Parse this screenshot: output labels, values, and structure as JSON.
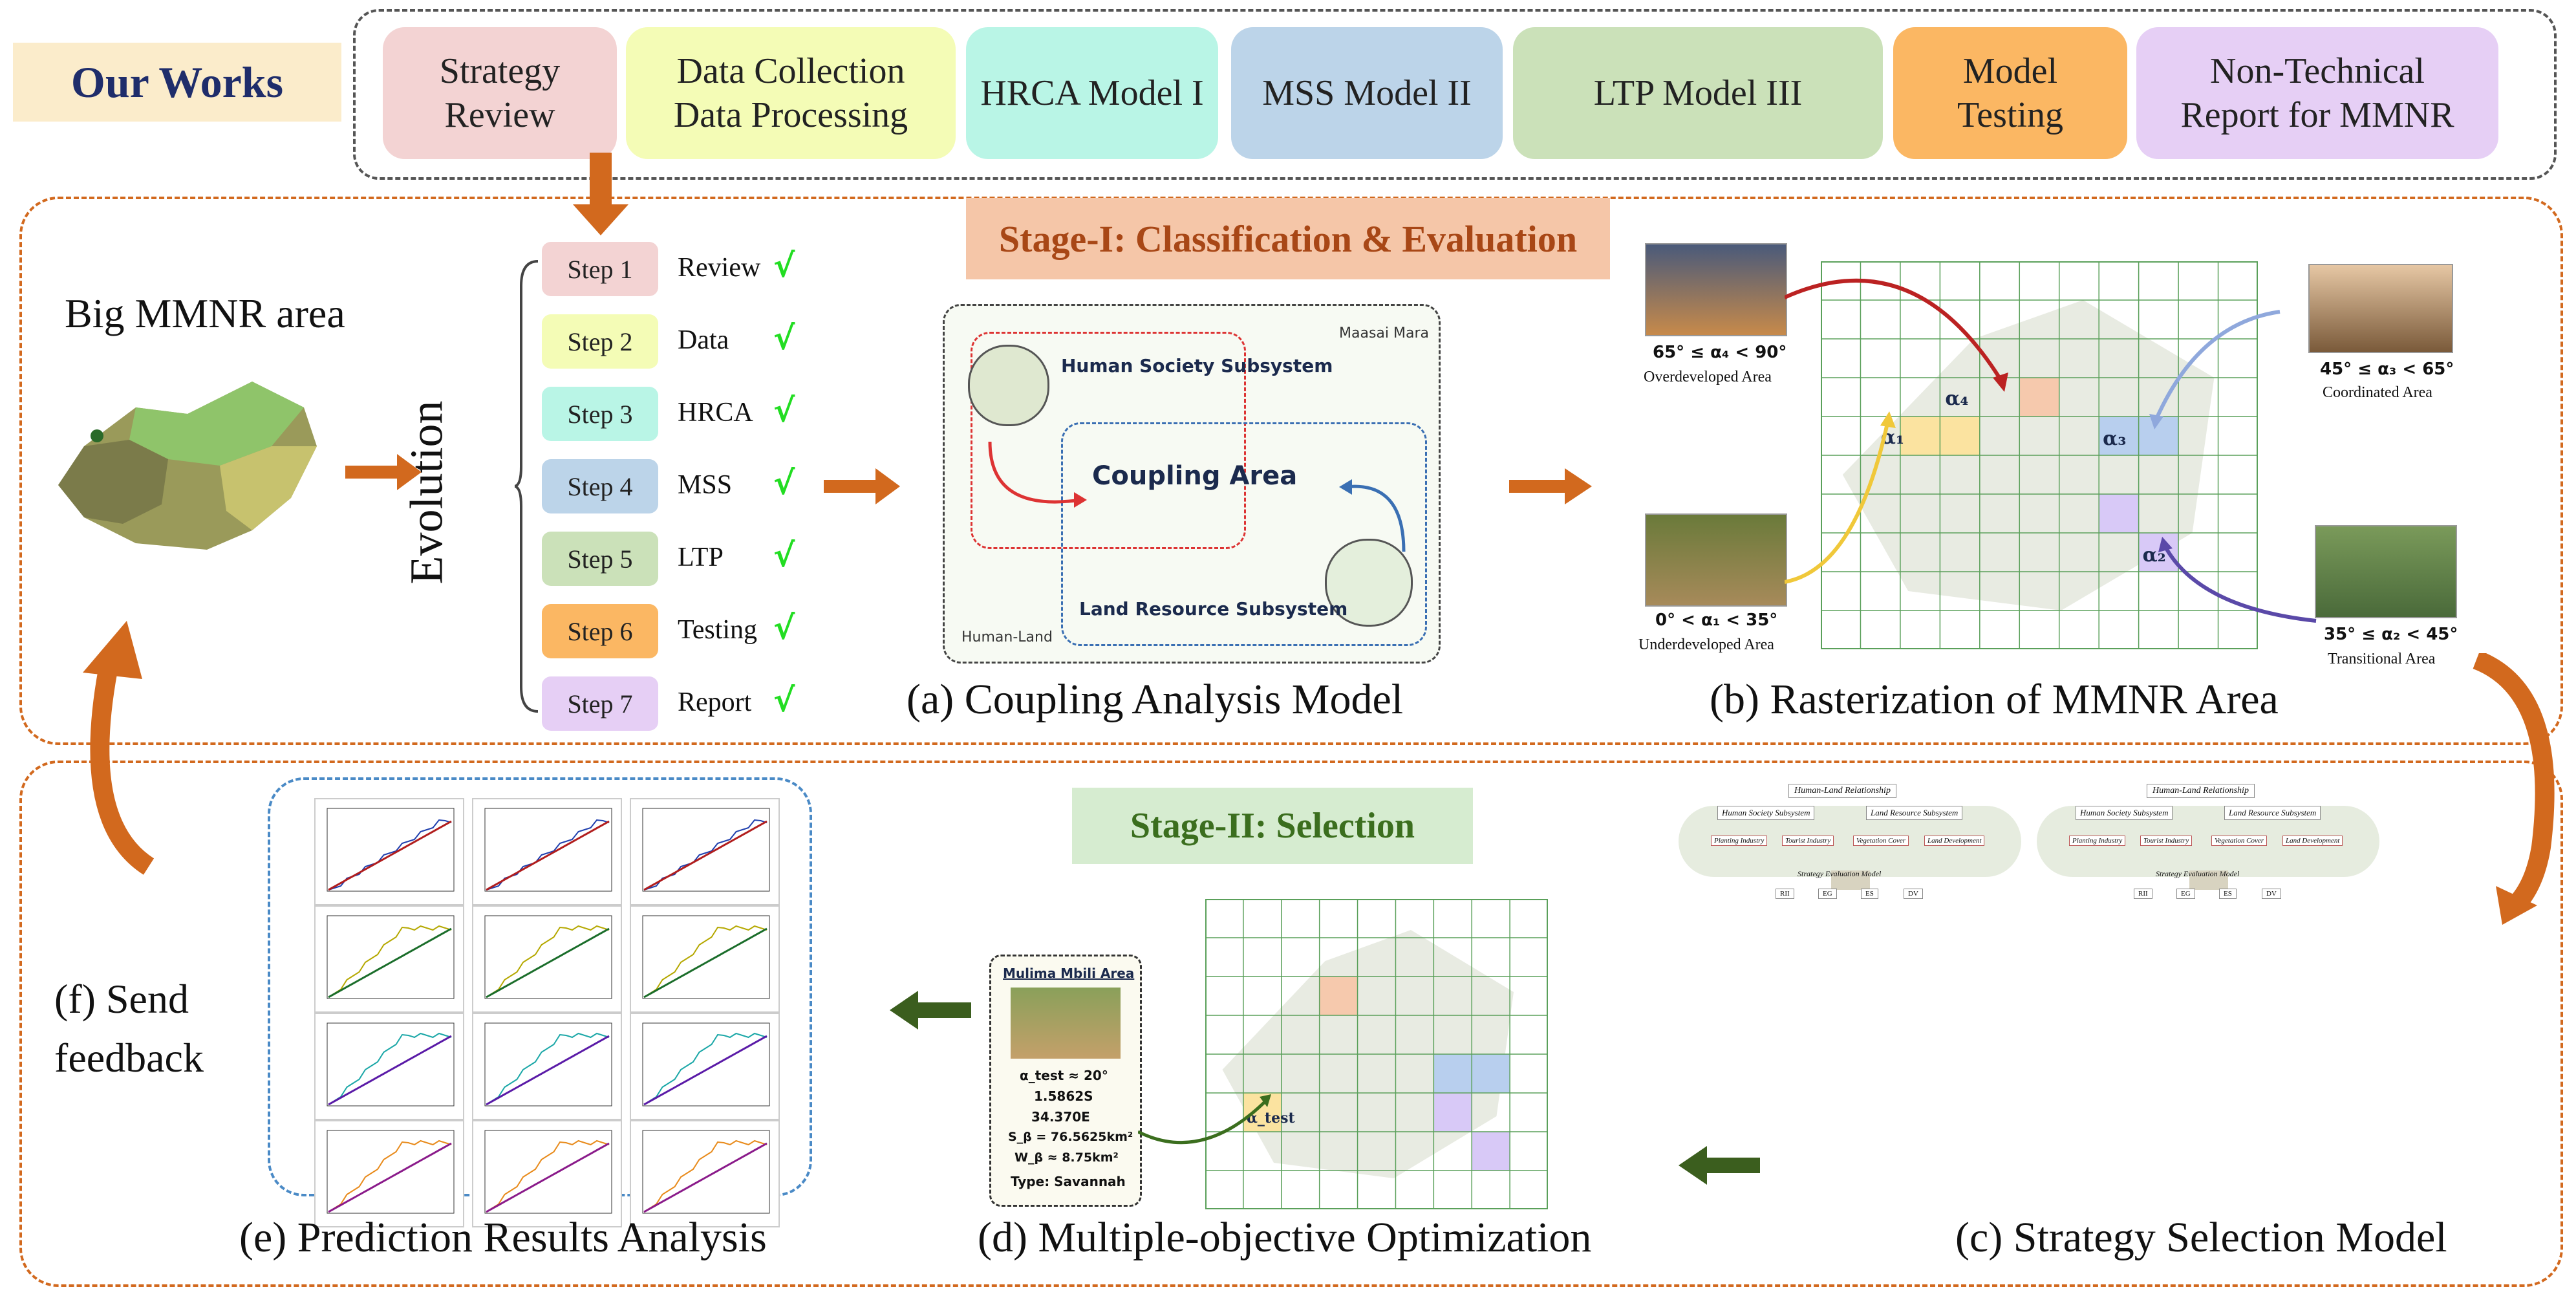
{
  "header": {
    "our_works": "Our Works",
    "tasks": [
      {
        "label": "Strategy\nReview",
        "color": "#f3d3d3"
      },
      {
        "label": "Data Collection\nData Processing",
        "color": "#f4fcb6"
      },
      {
        "label": "HRCA Model I",
        "color": "#b9f5e6"
      },
      {
        "label": "MSS Model II",
        "color": "#bcd4e9"
      },
      {
        "label": "LTP Model III",
        "color": "#cbe1b9"
      },
      {
        "label": "Model\nTesting",
        "color": "#fbb763"
      },
      {
        "label": "Non-Technical\nReport for MMNR",
        "color": "#e6cff5"
      }
    ]
  },
  "stage1": {
    "title": "Stage-I: Classification & Evaluation",
    "big_area": "Big MMNR area",
    "evolution": "Evolution",
    "steps": [
      {
        "label": "Step 1",
        "name": "Review",
        "check": "√",
        "color": "#f3d3d3"
      },
      {
        "label": "Step 2",
        "name": "Data",
        "check": "√",
        "color": "#f4fcb6"
      },
      {
        "label": "Step 3",
        "name": "HRCA",
        "check": "√",
        "color": "#b9f5e6"
      },
      {
        "label": "Step 4",
        "name": "MSS",
        "check": "√",
        "color": "#bcd4e9"
      },
      {
        "label": "Step 5",
        "name": "LTP",
        "check": "√",
        "color": "#cbe1b9"
      },
      {
        "label": "Step 6",
        "name": "Testing",
        "check": "√",
        "color": "#fbb763"
      },
      {
        "label": "Step 7",
        "name": "Report",
        "check": "√",
        "color": "#e6cff5"
      }
    ],
    "coupling": {
      "human_society": "Human Society Subsystem",
      "maasai_mara": "Maasai Mara",
      "coupling_area": "Coupling Area",
      "land_resource": "Land Resource Subsystem",
      "human_land": "Human-Land"
    },
    "caption_a": "(a) Coupling Analysis Model",
    "caption_b": "(b) Rasterization of MMNR Area",
    "areas": {
      "over_range": "65° ≤ α₄ < 90°",
      "over_name": "Overdeveloped Area",
      "coord_range": "45° ≤ α₃ < 65°",
      "coord_name": "Coordinated Area",
      "under_range": "0° < α₁ < 35°",
      "under_name": "Underdeveloped Area",
      "trans_range": "35° ≤ α₂ < 45°",
      "trans_name": "Transitional Area"
    },
    "alpha_labels": {
      "a1": "α₁",
      "a2": "α₂",
      "a3": "α₃",
      "a4": "α₄"
    }
  },
  "stage2": {
    "title": "Stage-II: Selection",
    "send_feedback": "(f) Send\nfeedback",
    "caption_e": "(e) Prediction Results Analysis",
    "caption_d": "(d) Multiple-objective Optimization",
    "caption_c": "(c) Strategy Selection Model",
    "tree": {
      "top": "Human-Land Relationship",
      "left": "Human Society Subsystem",
      "right": "Land Resource Subsystem",
      "leaves": [
        "Planting Industry",
        "Tourist Industry",
        "Vegetation Cover",
        "Land Development"
      ],
      "model": "Strategy Evaluation Model",
      "roots": [
        "RII",
        "EG",
        "ES",
        "DV"
      ]
    },
    "site": {
      "name": "Mulima Mbili Area",
      "alpha": "α_test ≈ 20°",
      "lat": "1.5862S",
      "lon": "34.370E",
      "s": "S_β = 76.5625km²",
      "w": "W_β ≈ 8.75km²",
      "type": "Type: Savannah"
    },
    "alpha_test": "α_test"
  },
  "colors": {
    "orange_arrow": "#d2691e",
    "green_arrow": "#3b5e1e",
    "stage_title_bg_1": "#f5c6a8",
    "stage_title_bg_2": "#d6ecd0"
  }
}
